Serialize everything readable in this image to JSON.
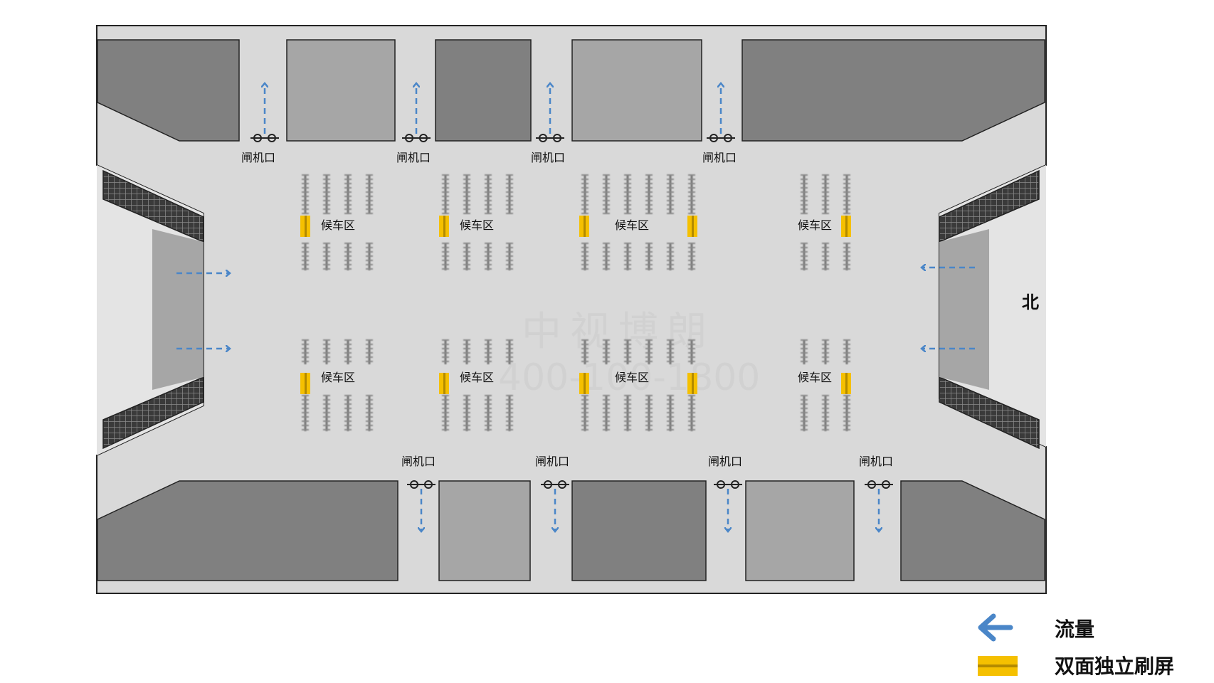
{
  "labels": {
    "gate": "闸机口",
    "waiting": "候车区",
    "north": "北"
  },
  "watermark": {
    "line1": "中视博朗",
    "line2": "400-100-1800"
  },
  "legend": [
    {
      "icon": "blue-arrow-left-icon",
      "label": "流量"
    },
    {
      "icon": "yellow-bar-icon",
      "label": "双面独立刷屏"
    }
  ],
  "colors": {
    "floor": "#d9d9d9",
    "block_dark": "#808080",
    "block_light": "#a6a6a6",
    "flow_arrow": "#4a86c8",
    "screen": "#f5c000",
    "outline": "#222222"
  }
}
